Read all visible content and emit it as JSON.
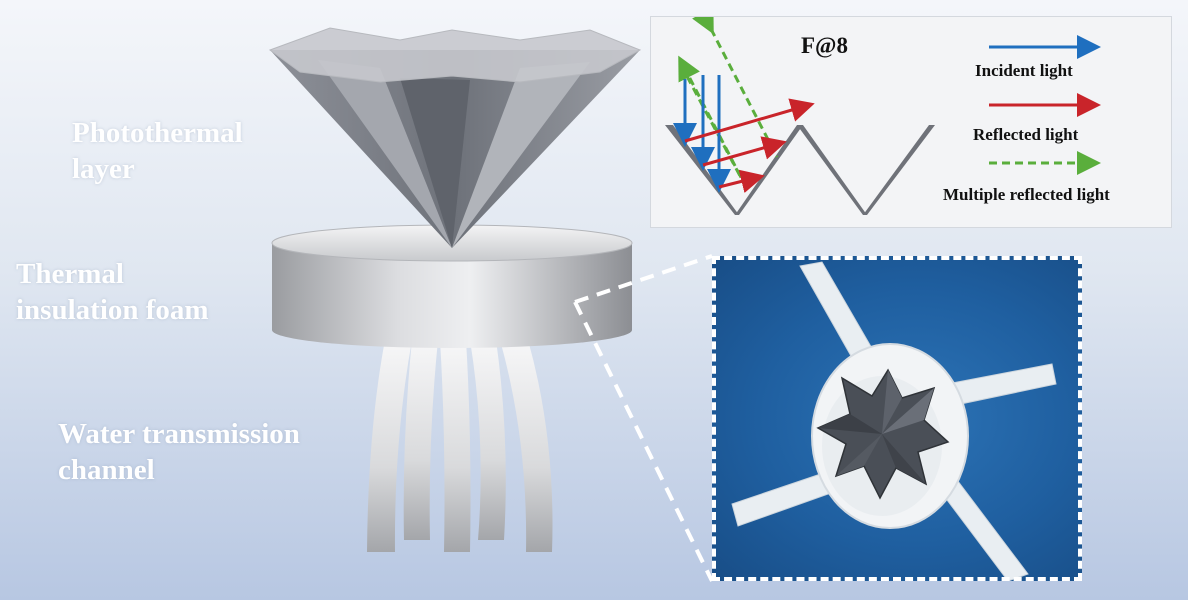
{
  "labels": {
    "photothermal_line1": "Photothermal",
    "photothermal_line2": "layer",
    "insulation_line1": "Thermal",
    "insulation_line2": "insulation foam",
    "water_line1": "Water transmission",
    "water_line2": "channel"
  },
  "inset": {
    "title": "F@8",
    "legend": {
      "incident": "Incident light",
      "reflected": "Reflected light",
      "multiple": "Multiple reflected light"
    }
  },
  "colors": {
    "incident": "#1f6fbf",
    "reflected": "#c9242a",
    "multiple": "#5aae3c",
    "photo_background": "#1f5fa0",
    "label_text": "#ffffff"
  },
  "icons": {
    "cone": "photothermal-cone-icon",
    "foam": "foam-disk-icon",
    "channels": "water-strip-icon",
    "photo": "device-photo"
  }
}
